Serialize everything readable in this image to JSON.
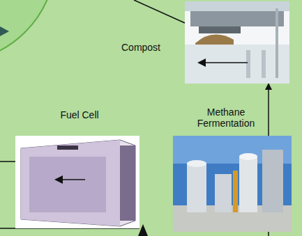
{
  "diagram": {
    "nodes": [
      {
        "text": [
          "Compost"
        ]
      },
      {
        "text": [
          "Fuel Cell"
        ]
      },
      {
        "text": [
          "Methane Fermentation"
        ]
      }
    ],
    "edges": [
      {
        "from": 2,
        "to": 0,
        "arrow": "to"
      }
    ]
  }
}
